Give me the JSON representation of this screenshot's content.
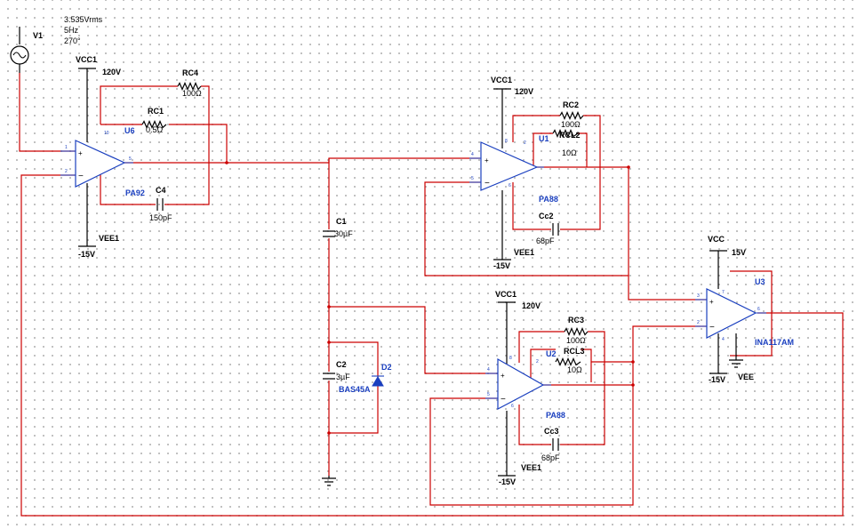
{
  "source": {
    "name": "V1",
    "amplitude": "3.535Vrms",
    "frequency": "5Hz",
    "phase": "270°"
  },
  "opamps": {
    "u6": {
      "ref": "U6",
      "model": "PA92"
    },
    "u1": {
      "ref": "U1",
      "model": "PA88"
    },
    "u2": {
      "ref": "U2",
      "model": "PA88"
    },
    "u3": {
      "ref": "U3",
      "model": "INA117AM"
    }
  },
  "resistors": {
    "rc4": {
      "ref": "RC4",
      "value": "100Ω"
    },
    "rc1": {
      "ref": "RC1",
      "value": "0.5Ω"
    },
    "rc2": {
      "ref": "RC2",
      "value": "100Ω"
    },
    "rcl2": {
      "ref": "RCL2",
      "value": "10Ω"
    },
    "rc3": {
      "ref": "RC3",
      "value": "100Ω"
    },
    "rcl3": {
      "ref": "RCL3",
      "value": "10Ω"
    }
  },
  "capacitors": {
    "c4": {
      "ref": "C4",
      "value": "150pF"
    },
    "c1": {
      "ref": "C1",
      "value": "30µF"
    },
    "cc2": {
      "ref": "Cc2",
      "value": "68pF"
    },
    "cc3": {
      "ref": "Cc3",
      "value": "68pF"
    },
    "c2": {
      "ref": "C2",
      "value": "3µF"
    }
  },
  "diode": {
    "ref": "D2",
    "model": "BAS45A"
  },
  "rails": {
    "u6_vcc": {
      "name": "VCC1",
      "value": "120V"
    },
    "u6_vee": {
      "name": "VEE1",
      "value": "-15V"
    },
    "u1_vcc": {
      "name": "VCC1",
      "value": "120V"
    },
    "u1_vee": {
      "name": "VEE1",
      "value": "-15V"
    },
    "u2_vcc": {
      "name": "VCC1",
      "value": "120V"
    },
    "u2_vee": {
      "name": "VEE1",
      "value": "-15V"
    },
    "u3_vcc": {
      "name": "VCC",
      "value": "15V"
    },
    "u3_vee": {
      "name": "VEE",
      "value": "-15V"
    }
  },
  "colors": {
    "wire": "#cc0000",
    "component": "#1a3fbf",
    "label": "#000000"
  }
}
